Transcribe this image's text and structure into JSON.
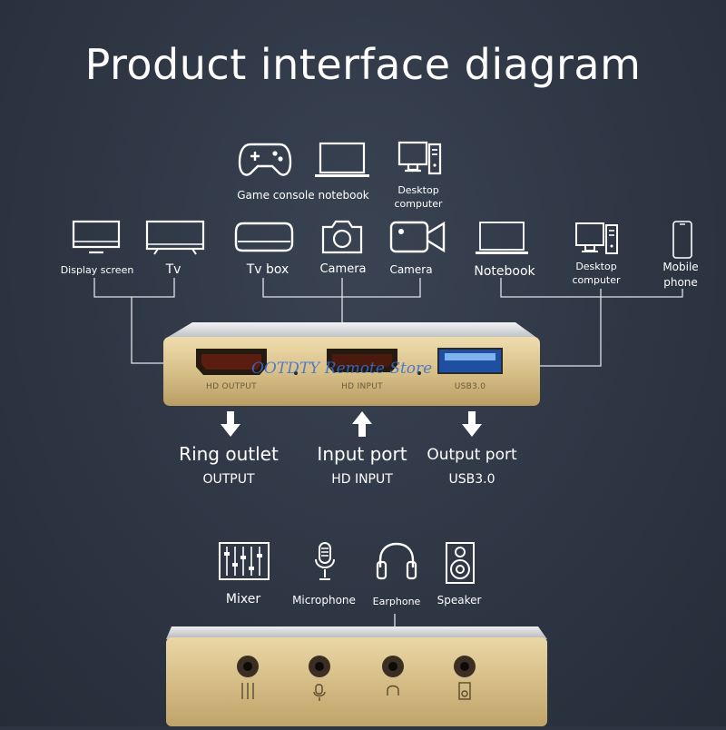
{
  "title": "Product interface diagram",
  "top_icons": [
    {
      "icon": "gamepad-icon"
    },
    {
      "icon": "laptop-icon"
    },
    {
      "icon": "desktop-computer-icon",
      "label": "Desktop\ncomputer"
    }
  ],
  "top_row_label": "Game console notebook",
  "top_desktop_label_1": "Desktop",
  "top_desktop_label_2": "computer",
  "row2": {
    "display_screen": "Display screen",
    "tv": "Tv",
    "tv_box": "Tv box",
    "camera1": "Camera",
    "camera2": "Camera",
    "notebook": "Notebook",
    "desktop_1": "Desktop",
    "desktop_2": "computer",
    "mobile_1": "Mobile",
    "mobile_2": "phone"
  },
  "ports": {
    "hd_output": "HD OUTPUT",
    "hd_input": "HD INPUT",
    "usb": "USB3.0"
  },
  "watermark": "OOTDTY Remote Store",
  "captions": [
    {
      "title": "Ring outlet",
      "sub": "OUTPUT",
      "arrow": "down"
    },
    {
      "title": "Input port",
      "sub": "HD INPUT",
      "arrow": "up"
    },
    {
      "title": "Output port",
      "sub": "USB3.0",
      "arrow": "down"
    }
  ],
  "audio": {
    "mixer": "Mixer",
    "microphone": "Microphone",
    "earphone": "Earphone",
    "speaker": "Speaker"
  },
  "colors": {
    "background": "#2d3543",
    "device_gold": "#d8c08a",
    "watermark": "#3b6fd1"
  }
}
